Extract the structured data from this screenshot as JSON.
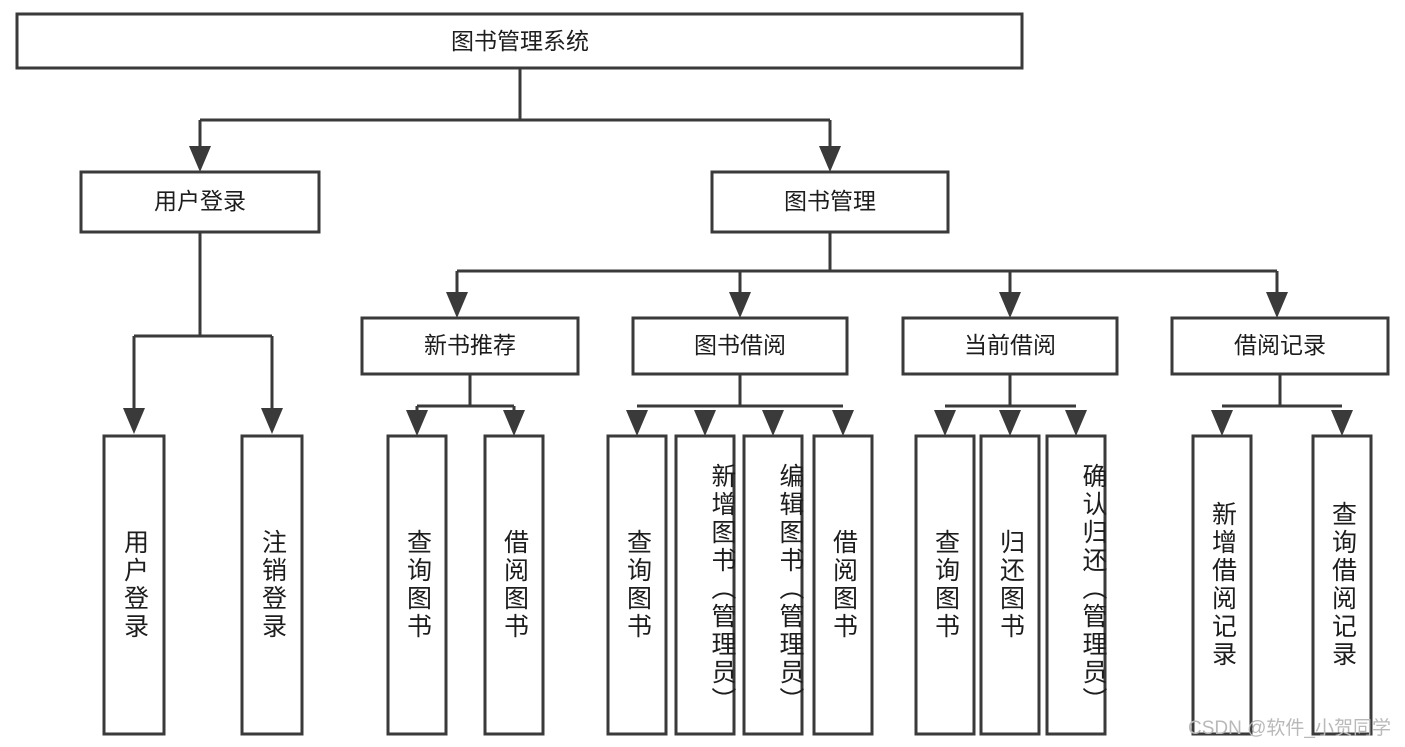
{
  "diagram": {
    "title": "图书管理系统",
    "type": "tree-hierarchy-chart",
    "watermark": "CSDN @软件_小贺同学",
    "colors": {
      "stroke": "#3a3a3a",
      "fill": "#ffffff",
      "text": "#1d1d1d",
      "watermark": "#b9b9b9"
    },
    "levels": {
      "root": {
        "label": "图书管理系统"
      },
      "level2": [
        {
          "id": "user-login",
          "label": "用户登录"
        },
        {
          "id": "book-manage",
          "label": "图书管理"
        }
      ],
      "level3": [
        {
          "id": "new-book-recommend",
          "label": "新书推荐",
          "parent": "book-manage"
        },
        {
          "id": "book-borrow",
          "label": "图书借阅",
          "parent": "book-manage"
        },
        {
          "id": "current-borrow",
          "label": "当前借阅",
          "parent": "book-manage"
        },
        {
          "id": "borrow-record",
          "label": "借阅记录",
          "parent": "book-manage"
        }
      ],
      "leaves": [
        {
          "id": "leaf-user-login",
          "label": "用户登录",
          "parent": "user-login"
        },
        {
          "id": "leaf-logout",
          "label": "注销登录",
          "parent": "user-login"
        },
        {
          "id": "leaf-query-book-1",
          "label": "查询图书",
          "parent": "new-book-recommend"
        },
        {
          "id": "leaf-borrow-book-1",
          "label": "借阅图书",
          "parent": "new-book-recommend"
        },
        {
          "id": "leaf-query-book-2",
          "label": "查询图书",
          "parent": "book-borrow"
        },
        {
          "id": "leaf-add-book",
          "label": "新增图书（管理员）",
          "parent": "book-borrow"
        },
        {
          "id": "leaf-edit-book",
          "label": "编辑图书（管理员）",
          "parent": "book-borrow"
        },
        {
          "id": "leaf-borrow-book-2",
          "label": "借阅图书",
          "parent": "book-borrow"
        },
        {
          "id": "leaf-query-book-3",
          "label": "查询图书",
          "parent": "current-borrow"
        },
        {
          "id": "leaf-return-book",
          "label": "归还图书",
          "parent": "current-borrow"
        },
        {
          "id": "leaf-confirm-return",
          "label": "确认归还（管理员）",
          "parent": "current-borrow"
        },
        {
          "id": "leaf-add-record",
          "label": "新增借阅记录",
          "parent": "borrow-record"
        },
        {
          "id": "leaf-query-record",
          "label": "查询借阅记录",
          "parent": "borrow-record"
        }
      ]
    }
  }
}
